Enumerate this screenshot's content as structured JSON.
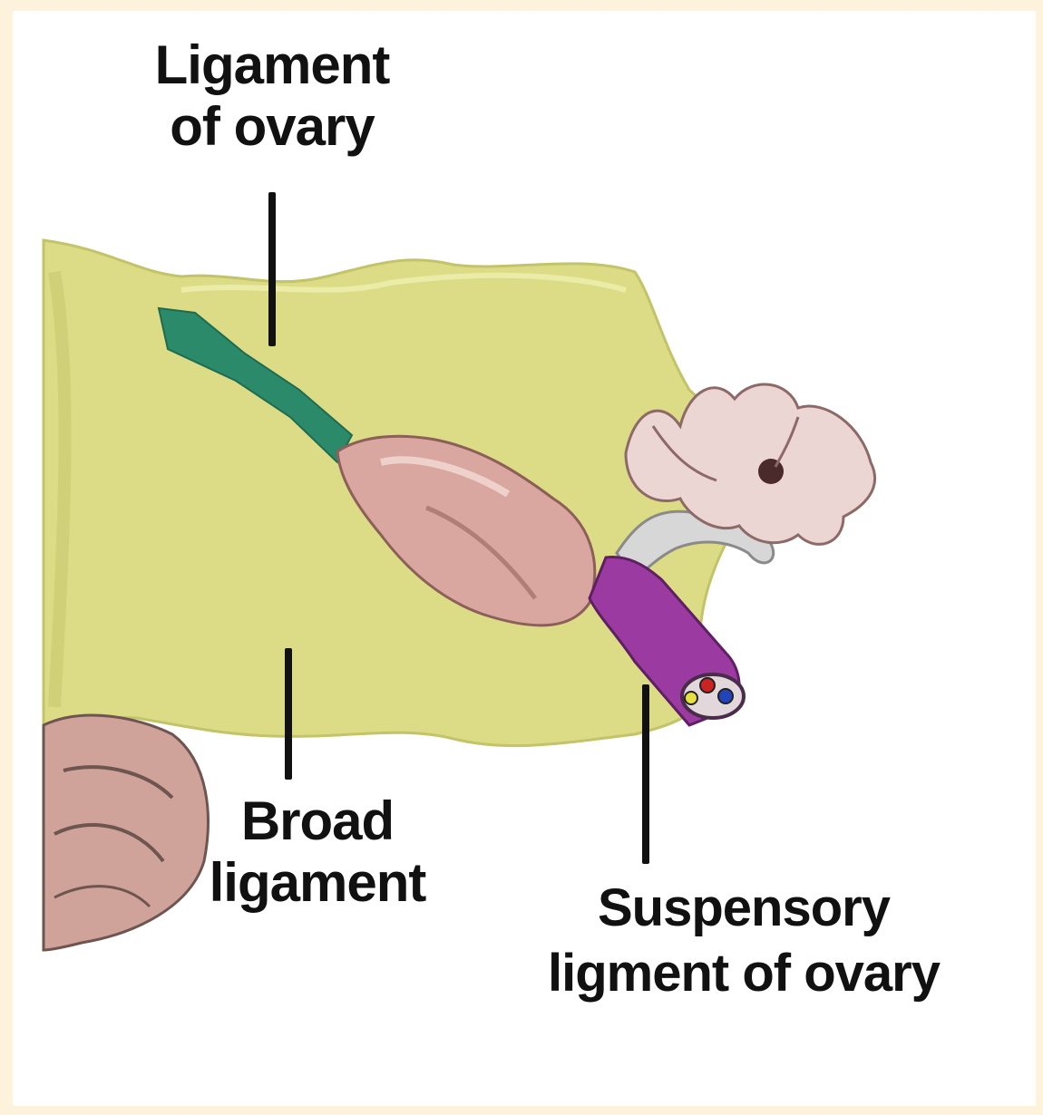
{
  "labels": {
    "ligament_of_ovary": [
      "Ligament",
      "of ovary"
    ],
    "broad_ligament": [
      "Broad",
      "ligament"
    ],
    "suspensory_ligament": [
      "Suspensory",
      "ligment of ovary"
    ]
  },
  "colors": {
    "background_frame": "#fdf3dc",
    "panel": "#ffffff",
    "broad_ligament_fill": "#dcdc86",
    "ligament_of_ovary_fill": "#2a8a6a",
    "ovary_fill": "#d9a6a0",
    "suspensory_ligament_fill": "#9b3aa0",
    "fimbriae_fill": "#ecd6d4",
    "vessel_red": "#cc2222",
    "vessel_blue": "#2244bb",
    "vessel_yellow": "#e8e040",
    "uterus_fill": "#cfa39a",
    "text": "#111111"
  }
}
